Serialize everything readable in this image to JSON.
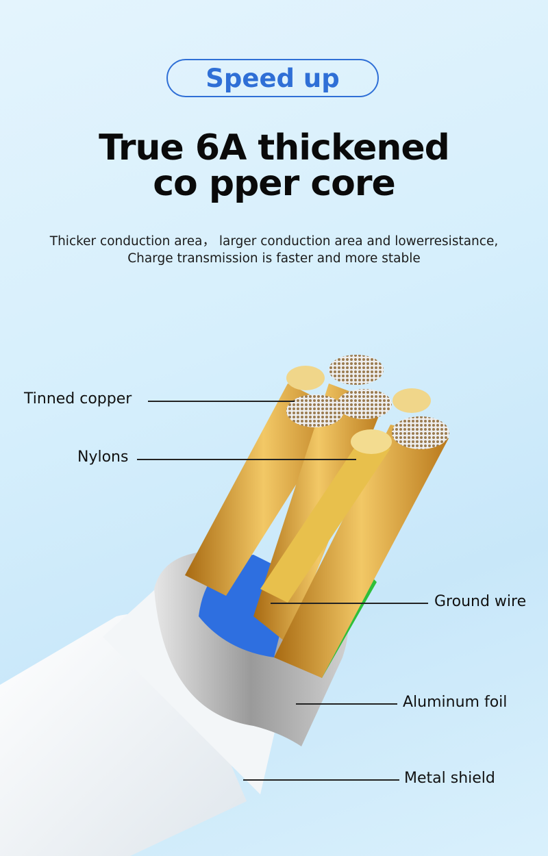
{
  "badge": "Speed up",
  "title": {
    "line1": "True 6A thickened",
    "line2": "co pper core"
  },
  "subtitle": {
    "line1": "Thicker conduction area， larger conduction area and lowerresistance,",
    "line2": "Charge transmission is faster and more stable"
  },
  "labels": {
    "tinned_copper": "Tinned copper",
    "nylons": "Nylons",
    "ground_wire": "Ground wire",
    "aluminum_foil": "Aluminum foil",
    "metal_shield": "Metal shield"
  },
  "colors": {
    "accent": "#2f6fd6",
    "copper": "#d9a441",
    "blue_wire": "#2e6fe0",
    "green_wire": "#2fbf3a"
  }
}
